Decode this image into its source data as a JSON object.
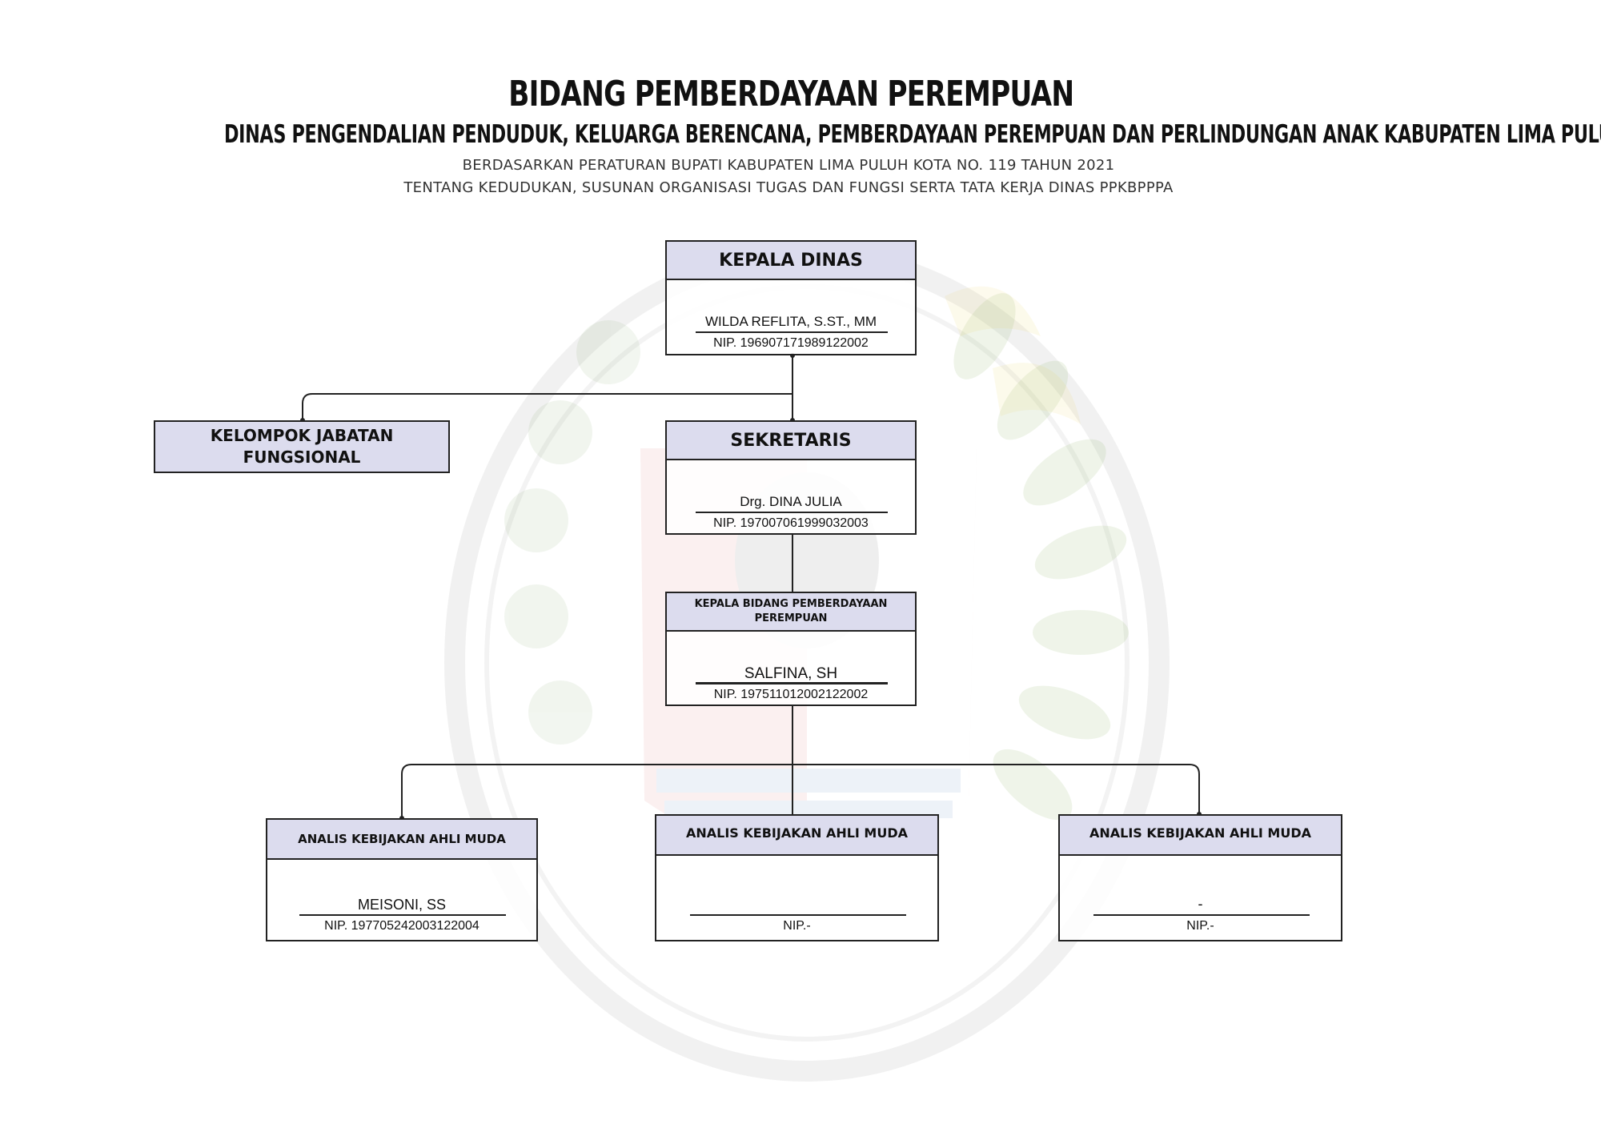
{
  "header": {
    "title": "BIDANG PEMBERDAYAAN PEREMPUAN",
    "subtitle": "DINAS PENGENDALIAN PENDUDUK, KELUARGA BERENCANA, PEMBERDAYAAN PEREMPUAN DAN PERLINDUNGAN ANAK KABUPATEN LIMA PULUH KOTA",
    "note_line1": "BERDASARKAN PERATURAN BUPATI KABUPATEN LIMA PULUH KOTA NO. 119 TAHUN 2021",
    "note_line2": "TENTANG KEDUDUKAN, SUSUNAN ORGANISASI TUGAS DAN FUNGSI SERTA TATA KERJA DINAS PPKBPPPA"
  },
  "org": {
    "kepala_dinas": {
      "title": "KEPALA DINAS",
      "name": "WILDA REFLITA, S.ST., MM",
      "nip": "NIP. 196907171989122002"
    },
    "fungsional": {
      "title": "KELOMPOK JABATAN FUNGSIONAL"
    },
    "sekretaris": {
      "title": "SEKRETARIS",
      "name": "Drg. DINA JULIA",
      "nip": "NIP. 197007061999032003"
    },
    "kepala_bidang": {
      "title": "KEPALA BIDANG PEMBERDAYAAN PEREMPUAN",
      "name": "SALFINA, SH",
      "nip": "NIP. 197511012002122002"
    },
    "analis": [
      {
        "title": "ANALIS KEBIJAKAN AHLI MUDA",
        "name": "MEISONI, SS",
        "nip": "NIP. 197705242003122004"
      },
      {
        "title": "ANALIS KEBIJAKAN AHLI MUDA",
        "name": "",
        "nip": "NIP.-"
      },
      {
        "title": "ANALIS KEBIJAKAN AHLI MUDA",
        "name": "-",
        "nip": "NIP.-"
      }
    ]
  },
  "colors": {
    "header_fill": "#dcdcee",
    "border": "#222222",
    "watermark_red": "#d94a4a",
    "watermark_green": "#7fae52",
    "watermark_yellow": "#e8d24a"
  }
}
